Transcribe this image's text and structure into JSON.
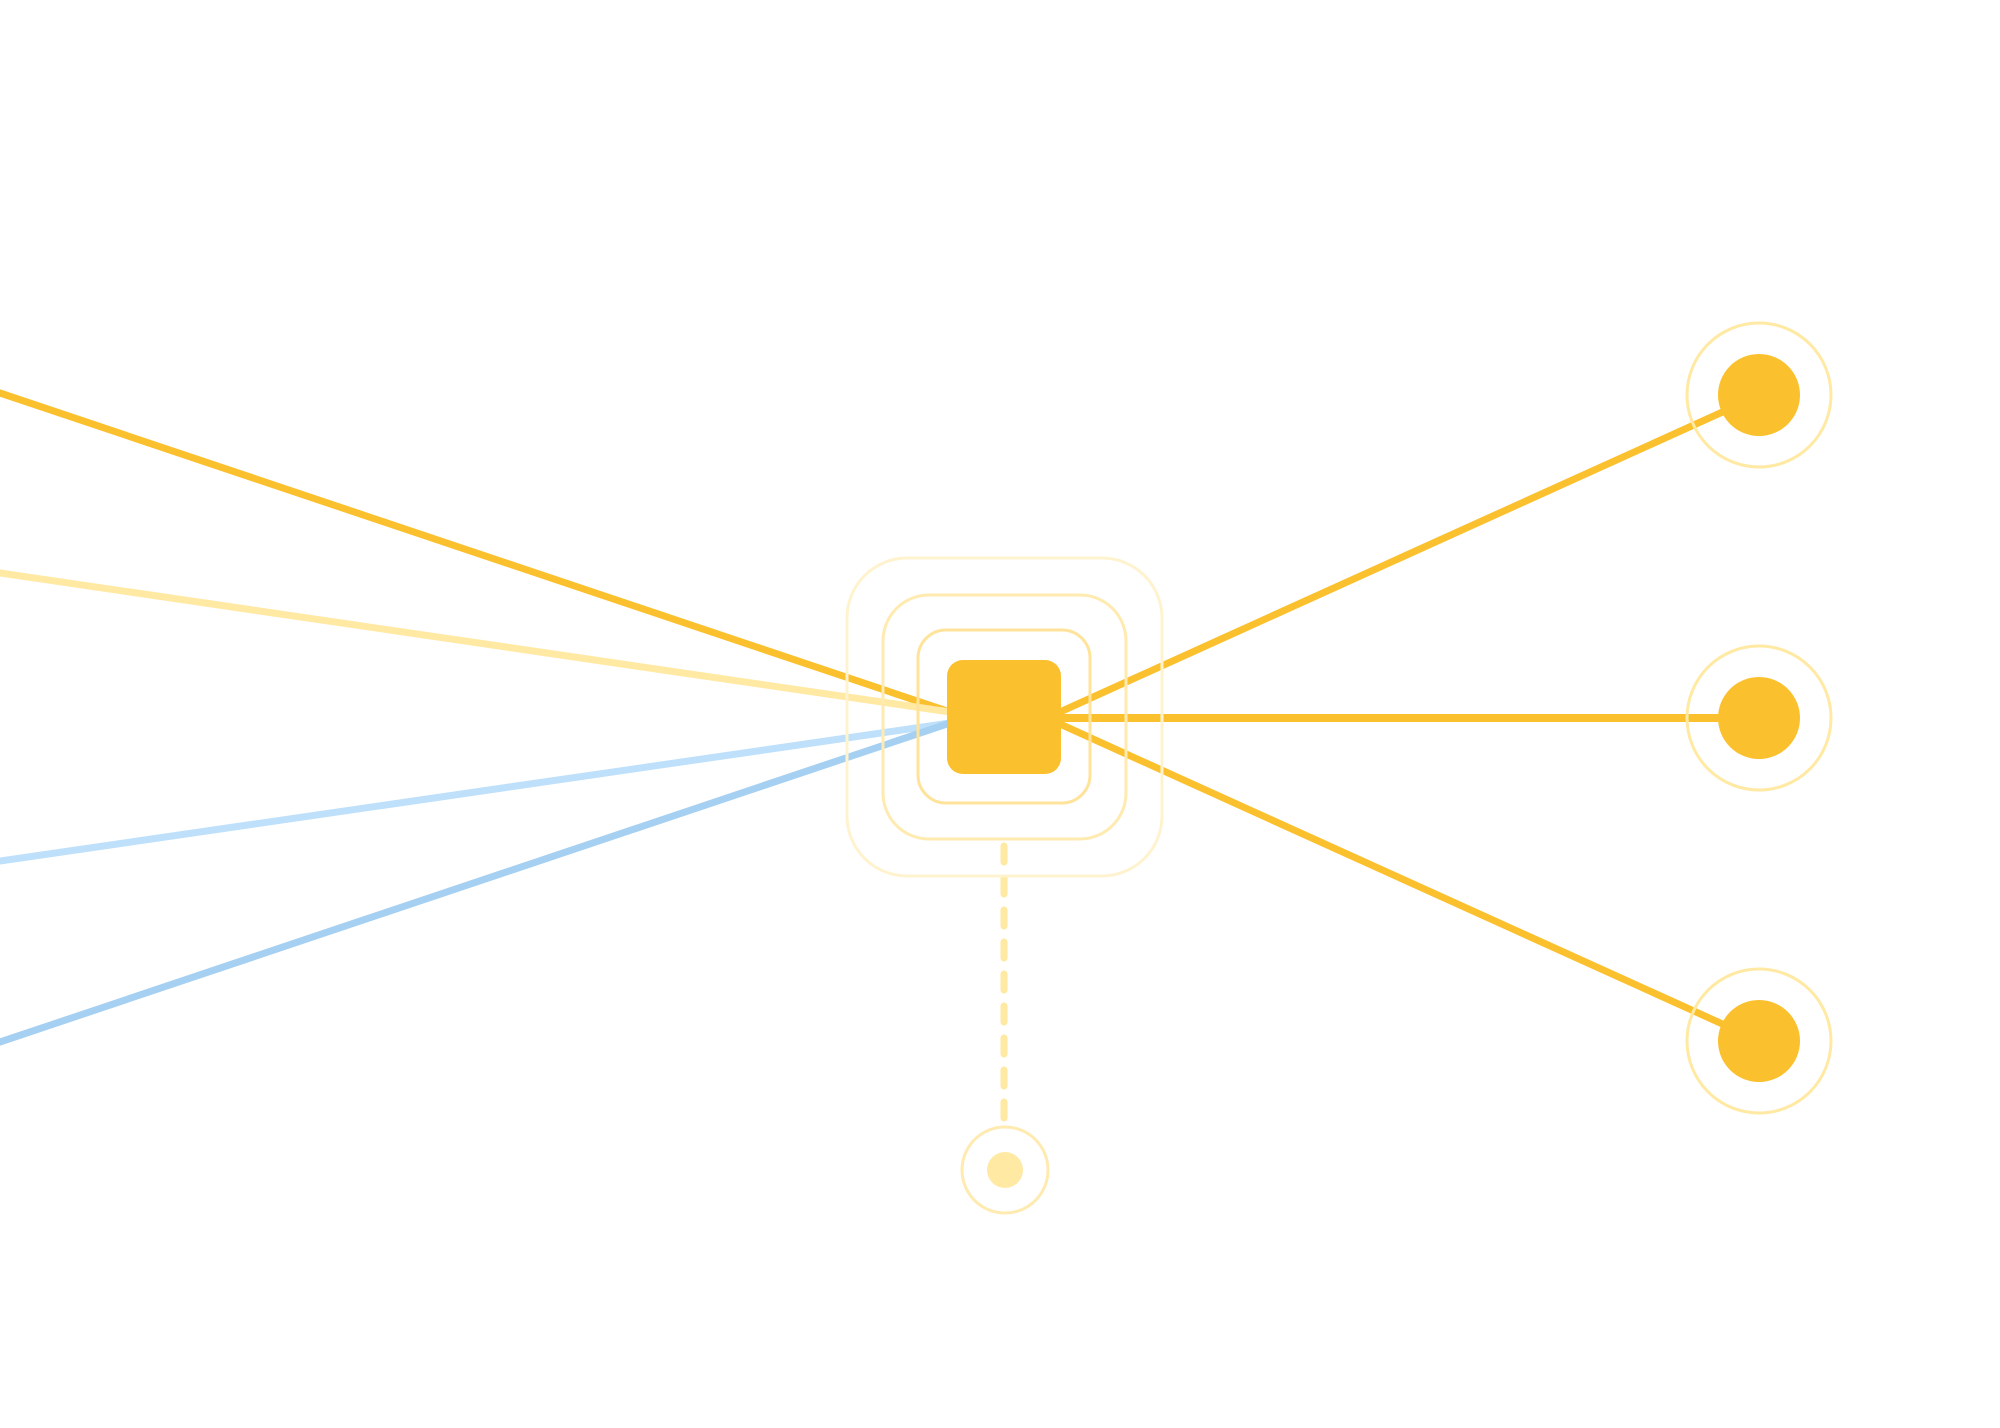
{
  "diagram": {
    "description_visible_text": "",
    "colors": {
      "background": "#ffffff",
      "accent_yellow": "#FBC02D",
      "light_yellow": "#FFE9A3",
      "pale_yellow": "#FFF3CF",
      "light_blue": "#BEE0FA",
      "blue": "#A6D0F2"
    },
    "hub": {
      "shape": "rounded-square",
      "concentric_rings": 3,
      "fill_color": "#FBC02D"
    },
    "input_lines": [
      {
        "color": "#FBC02D",
        "style": "solid"
      },
      {
        "color": "#FFE9A3",
        "style": "solid"
      },
      {
        "color": "#BEE0FA",
        "style": "solid"
      },
      {
        "color": "#A6D0F2",
        "style": "solid"
      }
    ],
    "output_nodes": [
      {
        "id": "top",
        "fill": "#FBC02D",
        "ring": "#FFE9A3"
      },
      {
        "id": "middle",
        "fill": "#FBC02D",
        "ring": "#FFE9A3"
      },
      {
        "id": "bottom",
        "fill": "#FBC02D",
        "ring": "#FFE9A3"
      }
    ],
    "auxiliary_node": {
      "connector_style": "dashed",
      "fill": "#FFE9A3",
      "ring": "#FFEAB0"
    }
  }
}
